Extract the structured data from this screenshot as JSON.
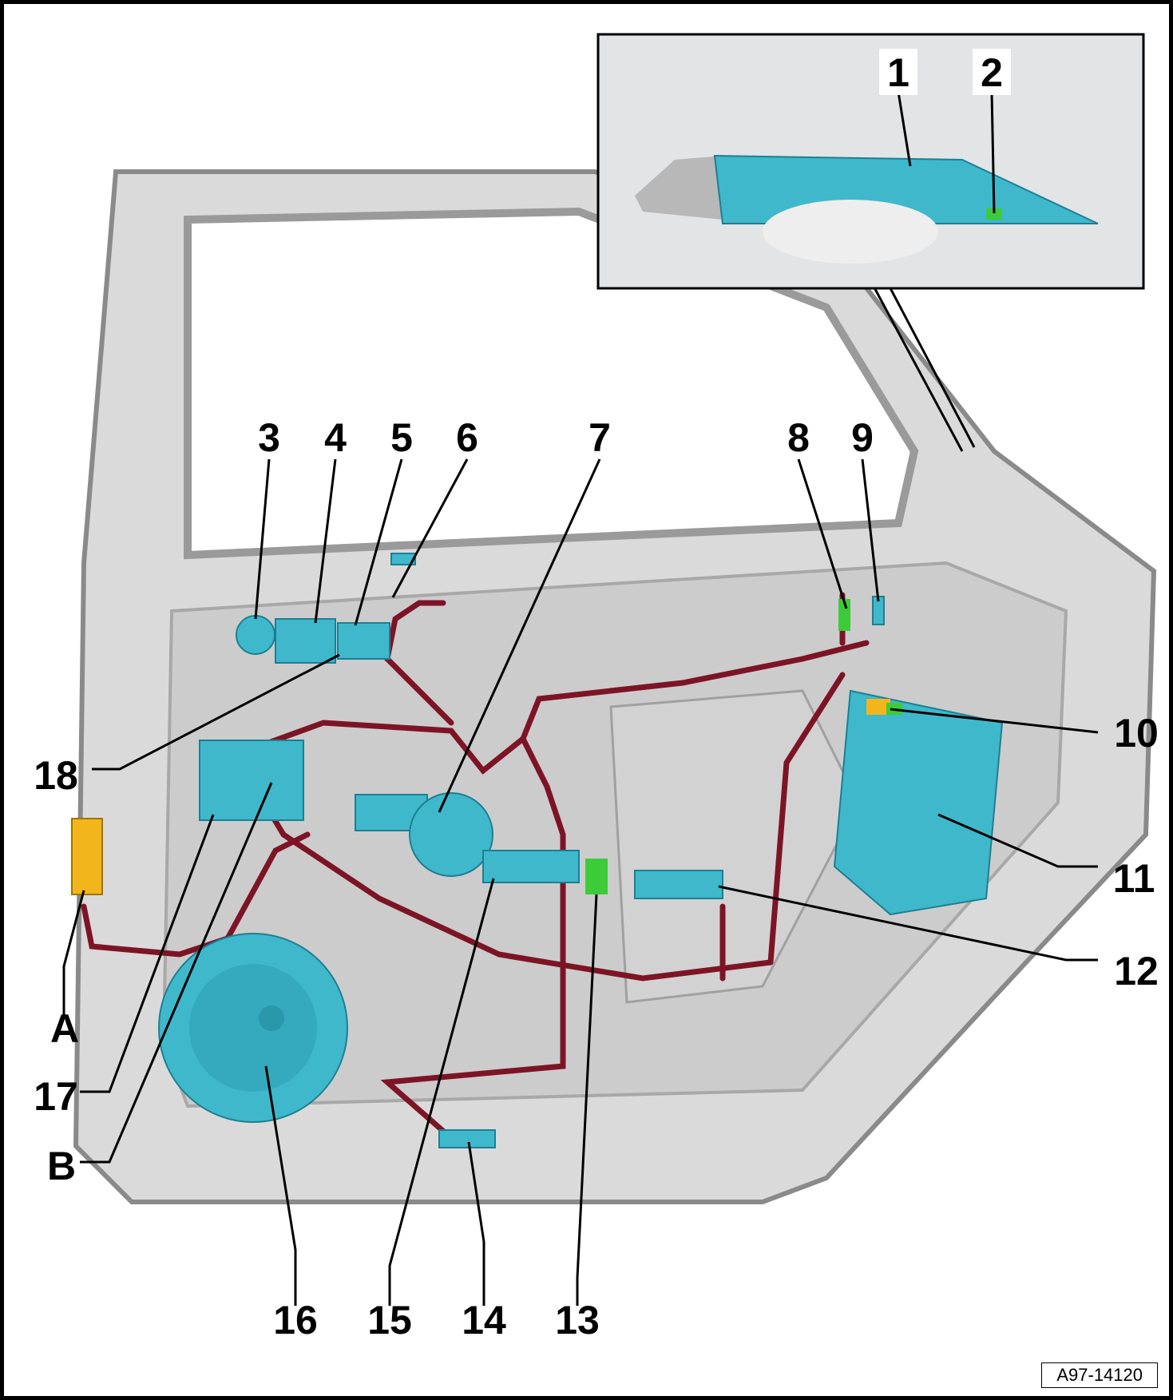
{
  "diagram": {
    "reference_code": "A97-14120",
    "callouts": {
      "c1": "1",
      "c2": "2",
      "c3": "3",
      "c4": "4",
      "c5": "5",
      "c6": "6",
      "c7": "7",
      "c8": "8",
      "c9": "9",
      "c10": "10",
      "c11": "11",
      "c12": "12",
      "c13": "13",
      "c14": "14",
      "c15": "15",
      "c16": "16",
      "c17": "17",
      "c18": "18",
      "cA": "A",
      "cB": "B"
    },
    "colors": {
      "component": "#3fb8cc",
      "wiring": "#7d1426",
      "connector_yellow": "#f2b51c",
      "connector_green": "#3ecb3a",
      "door": "#b9b9b9"
    }
  }
}
